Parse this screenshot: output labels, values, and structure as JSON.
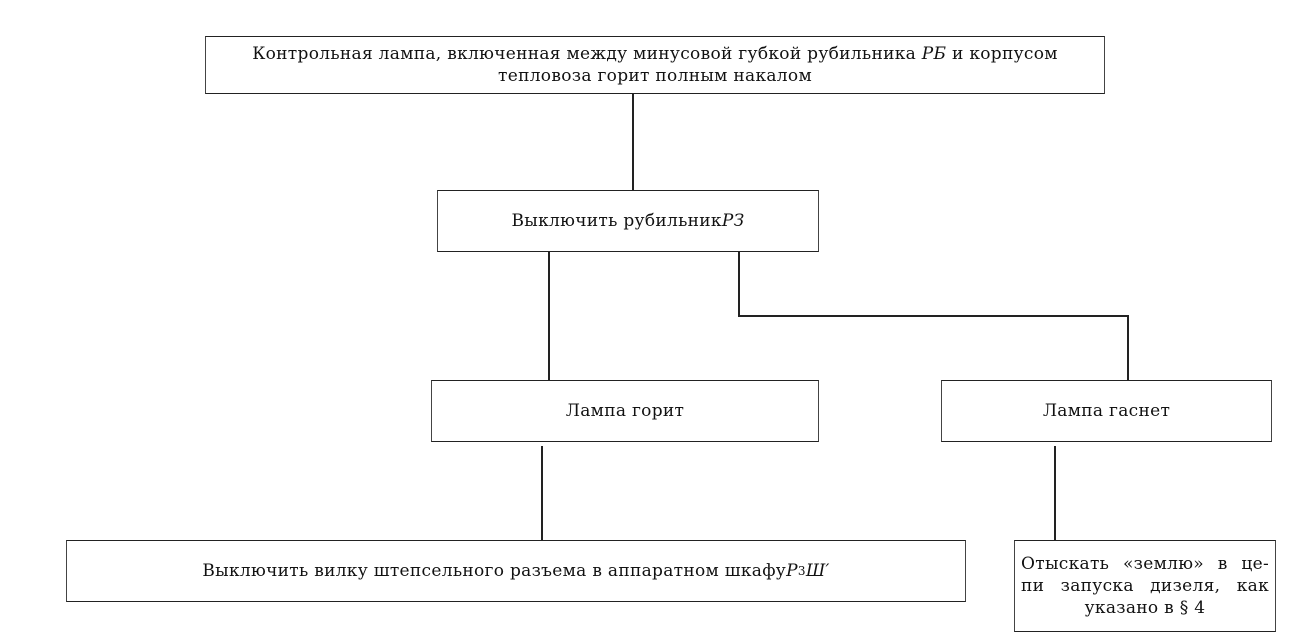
{
  "nodes": {
    "start": {
      "line1": "Контрольная лампа, включенная между минусовой губкой рубильника ",
      "line1_italic": "РБ",
      "line1_end": " и корпусом",
      "line2": "тепловоза горит полным накалом"
    },
    "switch_off_rz": {
      "text": "Выключить рубильник ",
      "italic": "РЗ"
    },
    "lamp_on": {
      "text": "Лампа горит"
    },
    "lamp_off": {
      "text": "Лампа гаснет"
    },
    "unplug": {
      "text": "Выключить вилку штепсельного разъема в аппаратном шкафу ",
      "italic": "Р",
      "sub": "3",
      "italic_end": "Ш′"
    },
    "find_ground": {
      "line1": "Отыскать «землю» в це-",
      "line2": "пи запуска дизеля, как",
      "line3": "указано в § 4"
    }
  }
}
